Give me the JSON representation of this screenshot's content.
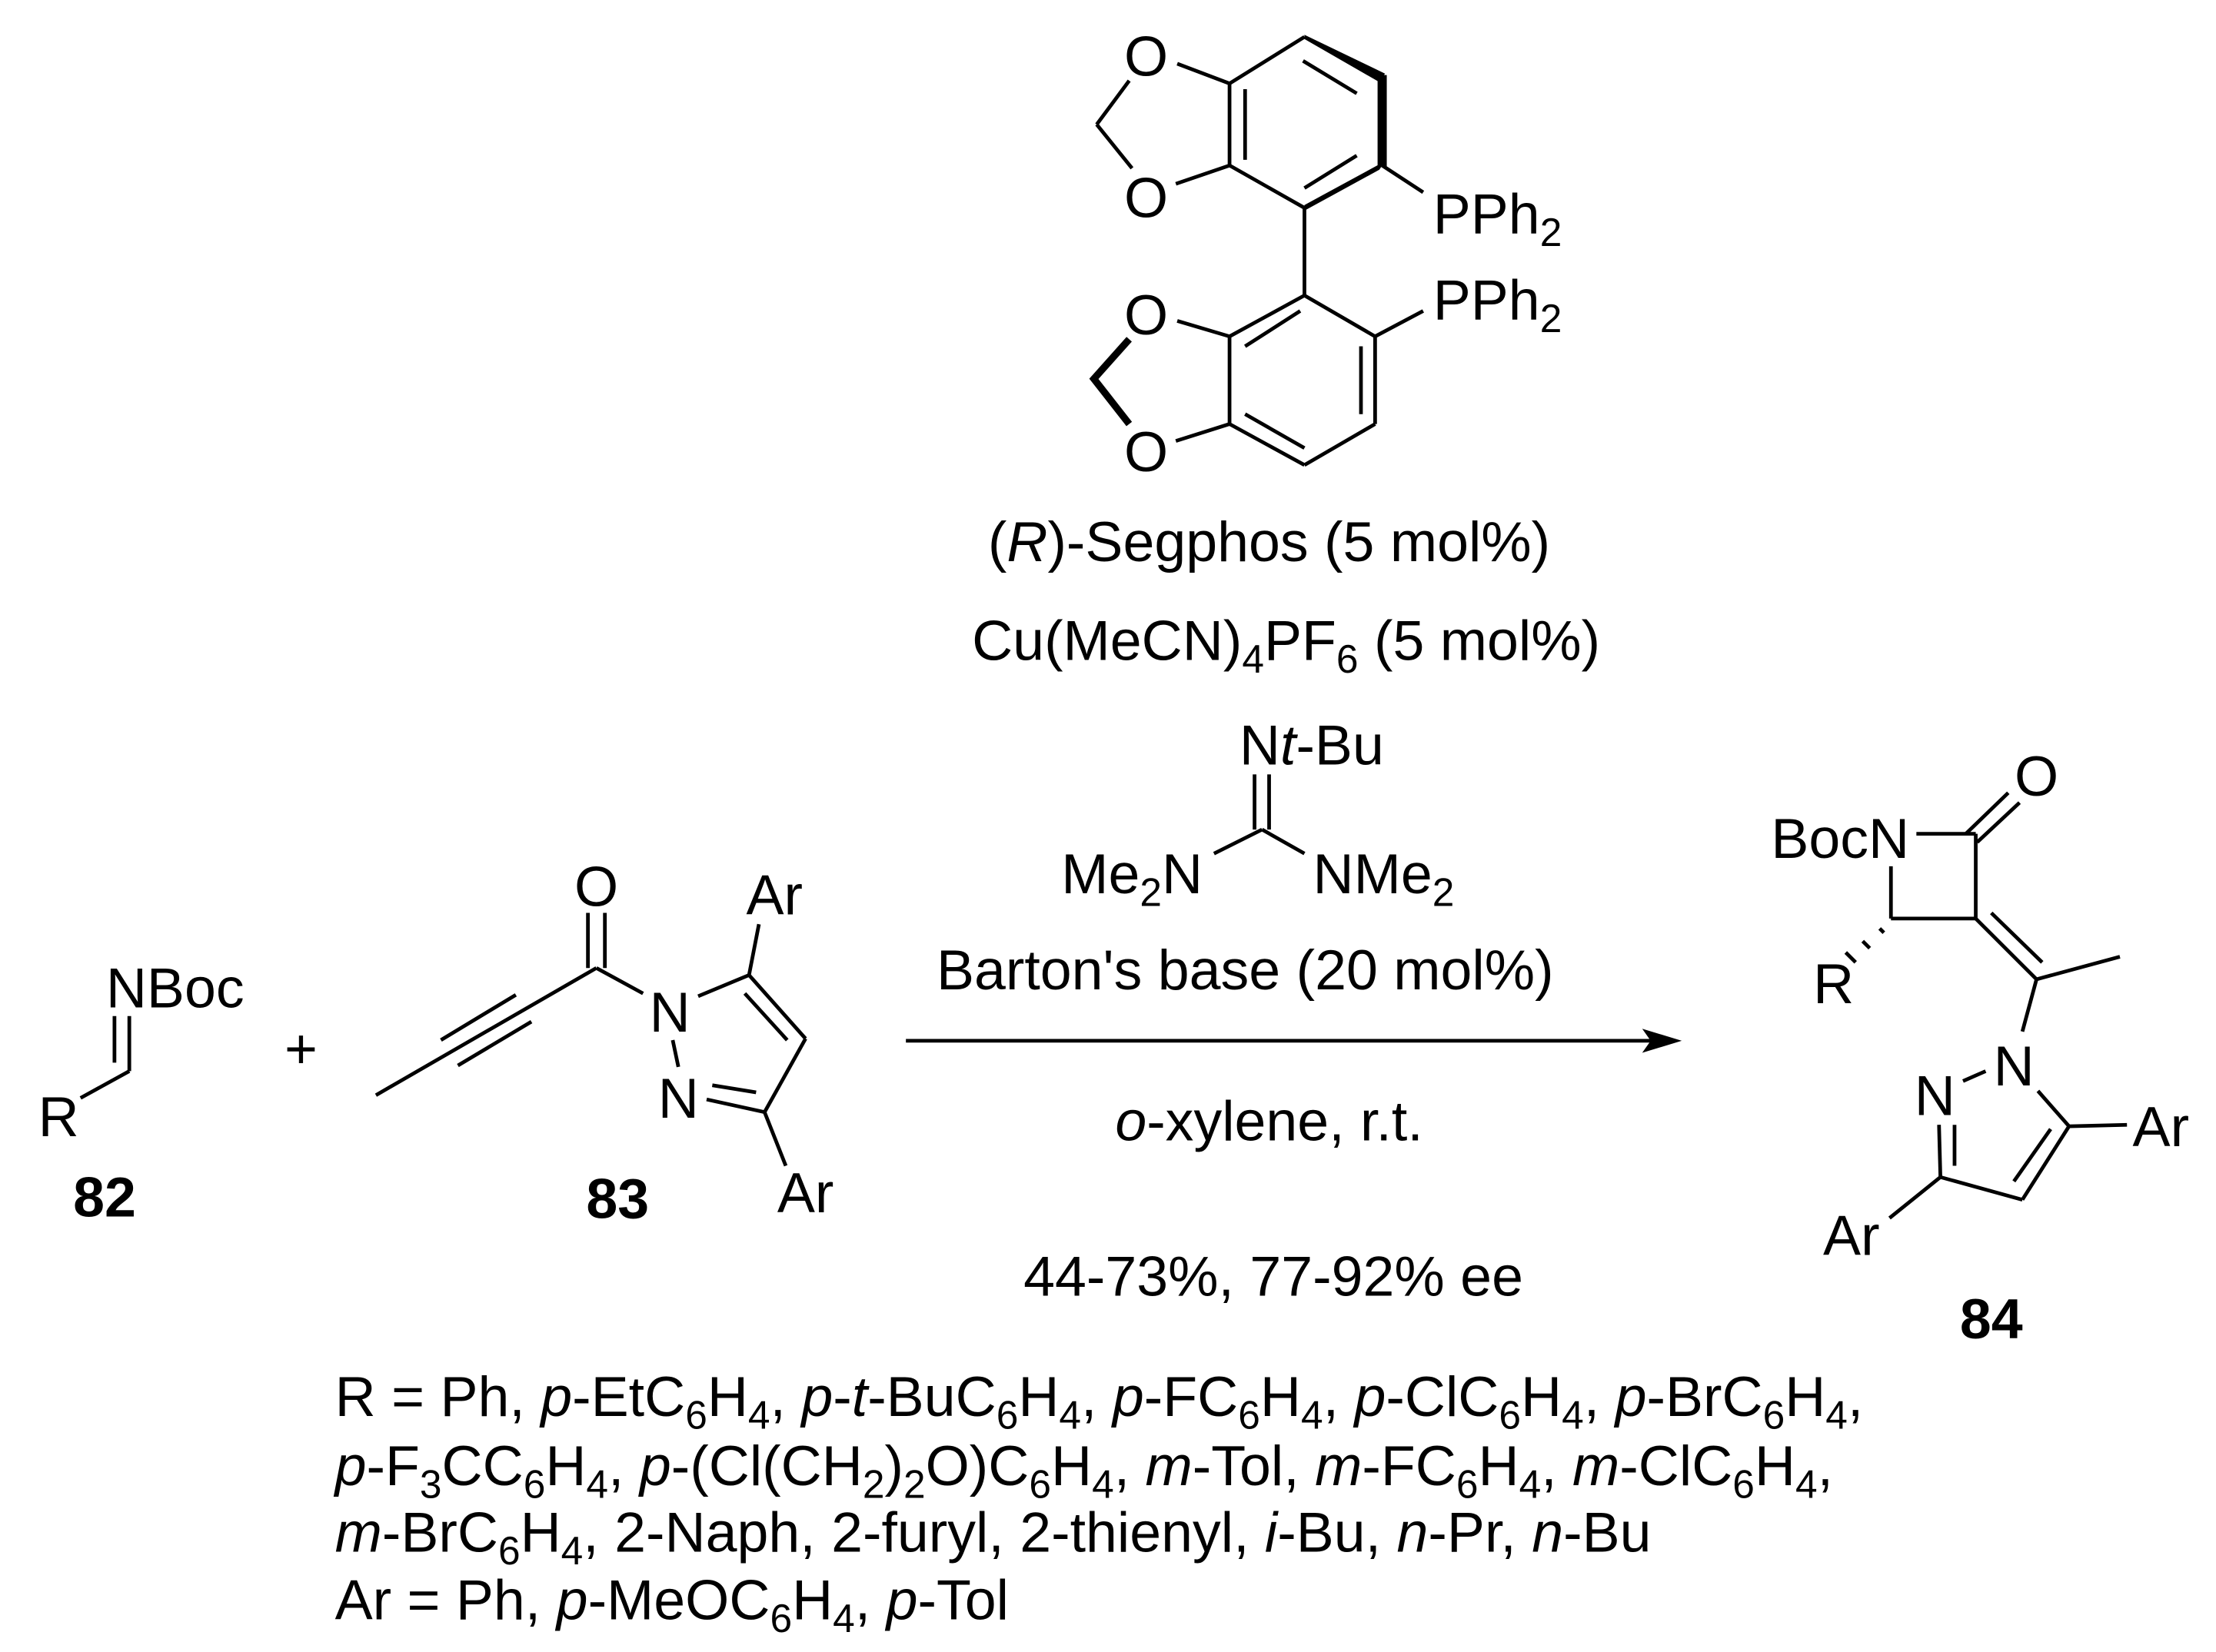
{
  "catalyst": {
    "ligand_atoms": {
      "o1": "O",
      "o2": "O",
      "o3": "O",
      "o4": "O",
      "p1": "PPh<sub>2</sub>",
      "p2": "PPh<sub>2</sub>"
    },
    "ligand_line": "(<i>R</i>)-Segphos (5 mol%)",
    "copper_line": "Cu(MeCN)<sub>4</sub>PF<sub>6</sub> (5 mol%)"
  },
  "base": {
    "imine_label": "N<i>t</i>-Bu",
    "left_amine": "Me<sub>2</sub>N",
    "right_amine": "NMe<sub>2</sub>",
    "line": "Barton's base (20 mol%)"
  },
  "conditions": {
    "solvent": "<i>o</i>-xylene, r.t.",
    "yield": "44-73%, 77-92% ee"
  },
  "compound_82": {
    "nboc": "NBoc",
    "r": "R",
    "label": "82"
  },
  "plus": "+",
  "compound_83": {
    "o": "O",
    "n1": "N",
    "n2": "N",
    "ar_top": "Ar",
    "ar_bottom": "Ar",
    "label": "83"
  },
  "compound_84": {
    "bocn": "BocN",
    "o": "O",
    "r": "R",
    "n1": "N",
    "n2": "N",
    "ar_right": "Ar",
    "ar_bottom": "Ar",
    "label": "84"
  },
  "substituents": [
    "R = Ph, <i>p</i>-EtC<sub>6</sub>H<sub>4</sub>, <i>p</i>-<i>t</i>-BuC<sub>6</sub>H<sub>4</sub>, <i>p</i>-FC<sub>6</sub>H<sub>4</sub>, <i>p</i>-ClC<sub>6</sub>H<sub>4</sub>, <i>p</i>-BrC<sub>6</sub>H<sub>4</sub>,",
    "<i>p</i>-F<sub>3</sub>CC<sub>6</sub>H<sub>4</sub>, <i>p</i>-(Cl(CH<sub>2</sub>)<sub>2</sub>O)C<sub>6</sub>H<sub>4</sub>, <i>m</i>-Tol, <i>m</i>-FC<sub>6</sub>H<sub>4</sub>, <i>m</i>-ClC<sub>6</sub>H<sub>4</sub>,",
    "<i>m</i>-BrC<sub>6</sub>H<sub>4</sub>, 2-Naph, 2-furyl, 2-thienyl, <i>i</i>-Bu, <i>n</i>-Pr, <i>n</i>-Bu",
    "Ar = Ph, <i>p</i>-MeOC<sub>6</sub>H<sub>4</sub>, <i>p</i>-Tol"
  ]
}
